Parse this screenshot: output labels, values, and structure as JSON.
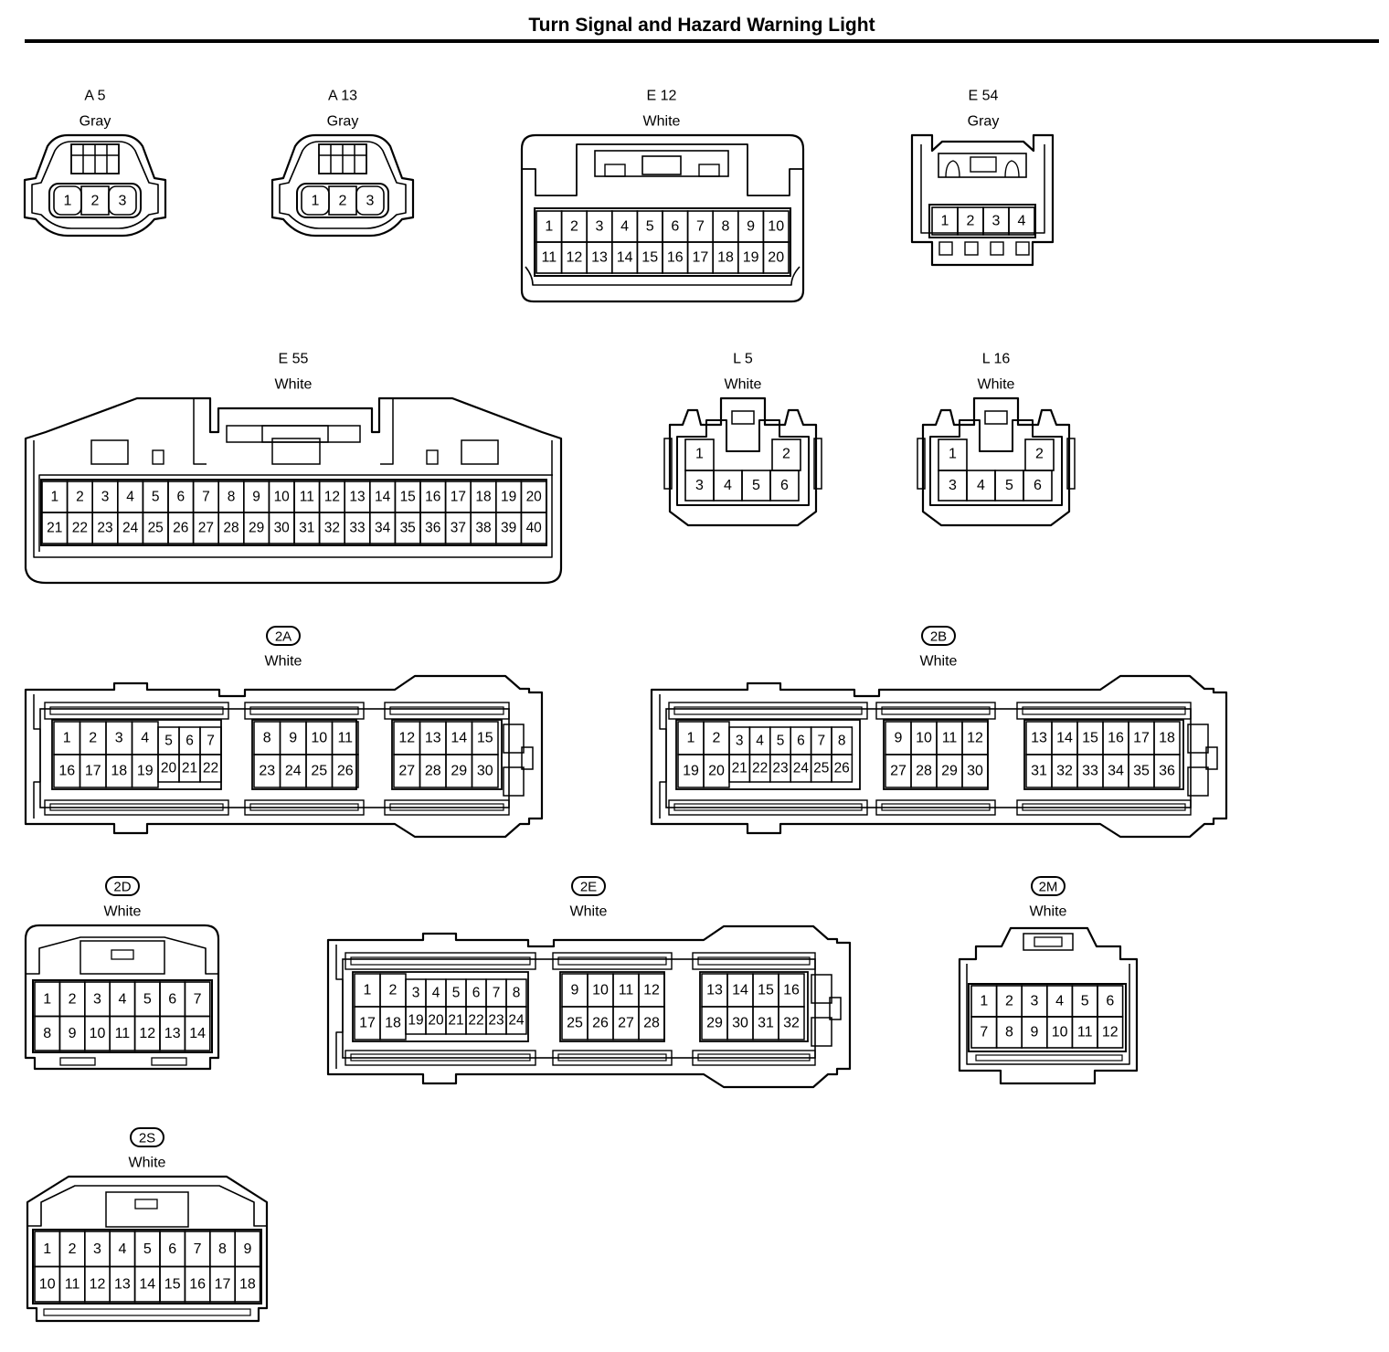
{
  "title": "Turn Signal and Hazard Warning Light",
  "connectors": [
    {
      "id": "A 5",
      "color": "Gray",
      "badge": false,
      "rows": [
        [
          "1",
          "2",
          "3"
        ]
      ]
    },
    {
      "id": "A 13",
      "color": "Gray",
      "badge": false,
      "rows": [
        [
          "1",
          "2",
          "3"
        ]
      ]
    },
    {
      "id": "E 12",
      "color": "White",
      "badge": false,
      "rows": [
        [
          "1",
          "2",
          "3",
          "4",
          "5",
          "6",
          "7",
          "8",
          "9",
          "10"
        ],
        [
          "11",
          "12",
          "13",
          "14",
          "15",
          "16",
          "17",
          "18",
          "19",
          "20"
        ]
      ]
    },
    {
      "id": "E 54",
      "color": "Gray",
      "badge": false,
      "rows": [
        [
          "1",
          "2",
          "3",
          "4"
        ]
      ]
    },
    {
      "id": "E 55",
      "color": "White",
      "badge": false,
      "rows": [
        [
          "1",
          "2",
          "3",
          "4",
          "5",
          "6",
          "7",
          "8",
          "9",
          "10",
          "11",
          "12",
          "13",
          "14",
          "15",
          "16",
          "17",
          "18",
          "19",
          "20"
        ],
        [
          "21",
          "22",
          "23",
          "24",
          "25",
          "26",
          "27",
          "28",
          "29",
          "30",
          "31",
          "32",
          "33",
          "34",
          "35",
          "36",
          "37",
          "38",
          "39",
          "40"
        ]
      ]
    },
    {
      "id": "L 5",
      "color": "White",
      "badge": false,
      "rows": [
        [
          "1",
          "2"
        ],
        [
          "3",
          "4",
          "5",
          "6"
        ]
      ]
    },
    {
      "id": "L 16",
      "color": "White",
      "badge": false,
      "rows": [
        [
          "1",
          "2"
        ],
        [
          "3",
          "4",
          "5",
          "6"
        ]
      ]
    },
    {
      "id": "2A",
      "color": "White",
      "badge": true,
      "groups": [
        [
          [
            "1",
            "2",
            "3",
            "4",
            "5",
            "6",
            "7"
          ],
          [
            "16",
            "17",
            "18",
            "19",
            "20",
            "21",
            "22"
          ]
        ],
        [
          [
            "8",
            "9",
            "10",
            "11"
          ],
          [
            "23",
            "24",
            "25",
            "26"
          ]
        ],
        [
          [
            "12",
            "13",
            "14",
            "15"
          ],
          [
            "27",
            "28",
            "29",
            "30"
          ]
        ]
      ]
    },
    {
      "id": "2B",
      "color": "White",
      "badge": true,
      "groups": [
        [
          [
            "1",
            "2",
            "3",
            "4",
            "5",
            "6",
            "7",
            "8"
          ],
          [
            "19",
            "20",
            "21",
            "22",
            "23",
            "24",
            "25",
            "26"
          ]
        ],
        [
          [
            "9",
            "10",
            "11",
            "12"
          ],
          [
            "27",
            "28",
            "29",
            "30"
          ]
        ],
        [
          [
            "13",
            "14",
            "15",
            "16",
            "17",
            "18"
          ],
          [
            "31",
            "32",
            "33",
            "34",
            "35",
            "36"
          ]
        ]
      ]
    },
    {
      "id": "2D",
      "color": "White",
      "badge": true,
      "rows": [
        [
          "1",
          "2",
          "3",
          "4",
          "5",
          "6",
          "7"
        ],
        [
          "8",
          "9",
          "10",
          "11",
          "12",
          "13",
          "14"
        ]
      ]
    },
    {
      "id": "2E",
      "color": "White",
      "badge": true,
      "groups": [
        [
          [
            "1",
            "2",
            "3",
            "4",
            "5",
            "6",
            "7",
            "8"
          ],
          [
            "17",
            "18",
            "19",
            "20",
            "21",
            "22",
            "23",
            "24"
          ]
        ],
        [
          [
            "9",
            "10",
            "11",
            "12"
          ],
          [
            "25",
            "26",
            "27",
            "28"
          ]
        ],
        [
          [
            "13",
            "14",
            "15",
            "16"
          ],
          [
            "29",
            "30",
            "31",
            "32"
          ]
        ]
      ]
    },
    {
      "id": "2M",
      "color": "White",
      "badge": true,
      "rows": [
        [
          "1",
          "2",
          "3",
          "4",
          "5",
          "6"
        ],
        [
          "7",
          "8",
          "9",
          "10",
          "11",
          "12"
        ]
      ]
    },
    {
      "id": "2S",
      "color": "White",
      "badge": true,
      "rows": [
        [
          "1",
          "2",
          "3",
          "4",
          "5",
          "6",
          "7",
          "8",
          "9"
        ],
        [
          "10",
          "11",
          "12",
          "13",
          "14",
          "15",
          "16",
          "17",
          "18"
        ]
      ]
    }
  ]
}
